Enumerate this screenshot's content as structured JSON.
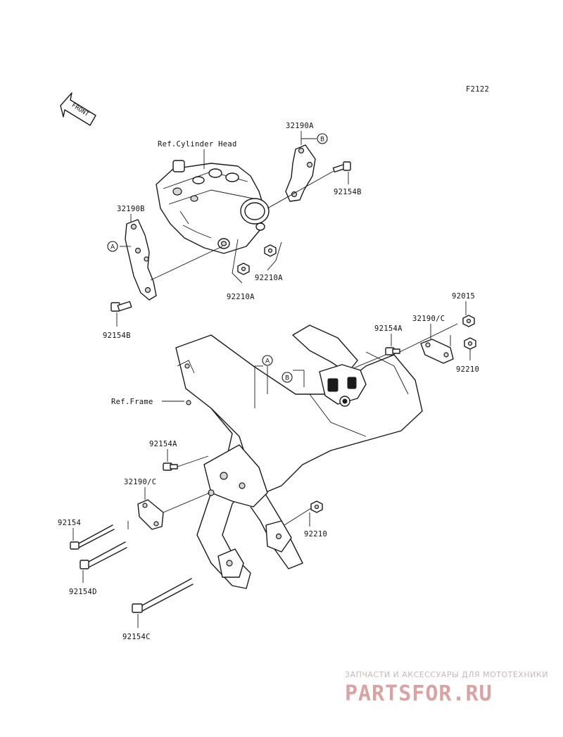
{
  "figure_code": "F2122",
  "front_label": "FRONT",
  "refs": {
    "cylinder_head": "Ref.Cylinder Head",
    "frame": "Ref.Frame"
  },
  "parts": {
    "p32190A": "32190A",
    "p92154B_top": "92154B",
    "p32190B": "32190B",
    "p92210A_right": "92210A",
    "p92210A_bottom": "92210A",
    "p92154B_left": "92154B",
    "p92015": "92015",
    "p32190C_right": "32190/C",
    "p92154A_right": "92154A",
    "p92210": "92210",
    "p92154A_left": "92154A",
    "p32190C_left": "32190/C",
    "p92154": "92154",
    "p92154D": "92154D",
    "p92210_lower": "92210",
    "p92154C": "92154C"
  },
  "markers": {
    "a1": "A",
    "b1": "B",
    "a2": "A",
    "b2": "B"
  },
  "watermark": {
    "line1": "ЗАПЧАСТИ И АКСЕССУАРЫ ДЛЯ МОТОТЕХНИКИ",
    "line2": "PARTSFOR.RU"
  }
}
